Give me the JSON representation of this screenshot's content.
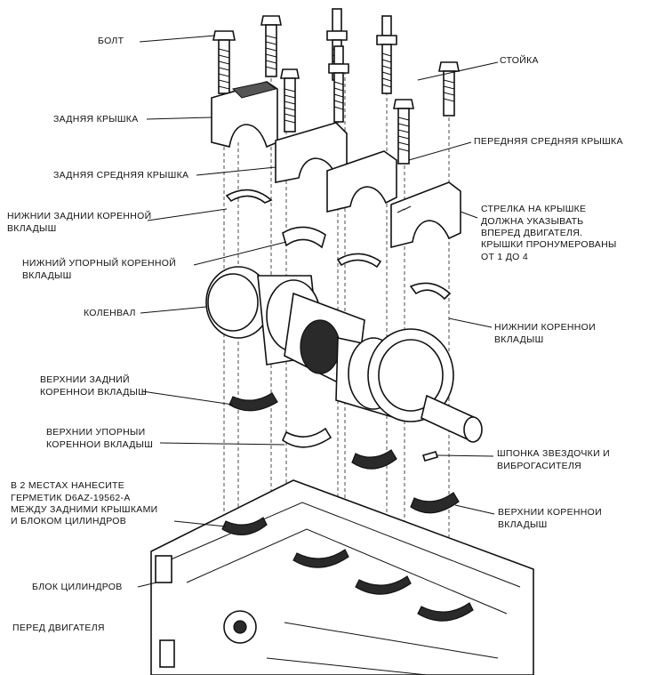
{
  "labels": {
    "bolt": "БОЛТ",
    "stud": "СТОЙКА",
    "rear_cap": "ЗАДНЯЯ КРЫШКА",
    "front_mid_cap": "ПЕРЕДНЯЯ СРЕДНЯЯ КРЫШКА",
    "rear_mid_cap": "ЗАДНЯЯ СРЕДНЯЯ КРЫШКА",
    "lower_rear_bearing_1": "НИЖНИИ ЗАДНИИ КОРЕННОЙ",
    "lower_rear_bearing_2": "ВКЛАДЫШ",
    "arrow_note_1": "СТРЕЛКА НА КРЫШКЕ",
    "arrow_note_2": "ДОЛЖНА УКАЗЫВАТЬ",
    "arrow_note_3": "ВПЕРЕД ДВИГАТЕЛЯ.",
    "arrow_note_4": "КРЫШКИ ПРОНУМЕРОВАНЫ",
    "arrow_note_5": "ОТ 1 ДО 4",
    "lower_thrust_bearing_1": "НИЖНИЙ УПОРНЫЙ КОРЕННОЙ",
    "lower_thrust_bearing_2": "ВКЛАДЫШ",
    "crankshaft": "КОЛЕНВАЛ",
    "lower_main_bearing_1": "НИЖНИИ КОРЕННОИ",
    "lower_main_bearing_2": "ВКЛАДЫШ",
    "upper_rear_bearing_1": "ВЕРХНИИ ЗАДНИЙ",
    "upper_rear_bearing_2": "КОРЕННОИ ВКЛАДЫШ",
    "upper_thrust_bearing_1": "ВЕРХНИИ УПОРНЫИ",
    "upper_thrust_bearing_2": "КОРЕННОИ ВКЛАДЫШ",
    "key_1": "ШПОНКА ЗВЕЗДОЧКИ И",
    "key_2": "ВИБРОГАСИТЕЛЯ",
    "sealant_1": "В 2 МЕСТАХ НАНЕСИТЕ",
    "sealant_2": "ГЕРМЕТИК D6AZ-19562-A",
    "sealant_3": "МЕЖДУ ЗАДНИМИ КРЫШКАМИ",
    "sealant_4": "И БЛОКОМ ЦИЛИНДРОВ",
    "upper_main_bearing_1": "ВЕРХНИИ КОРЕННОИ",
    "upper_main_bearing_2": "ВКЛАДЫШ",
    "block": "БЛОК ЦИЛИНДРОВ",
    "engine_front": "ПЕРЕД ДВИГАТЕЛЯ"
  }
}
